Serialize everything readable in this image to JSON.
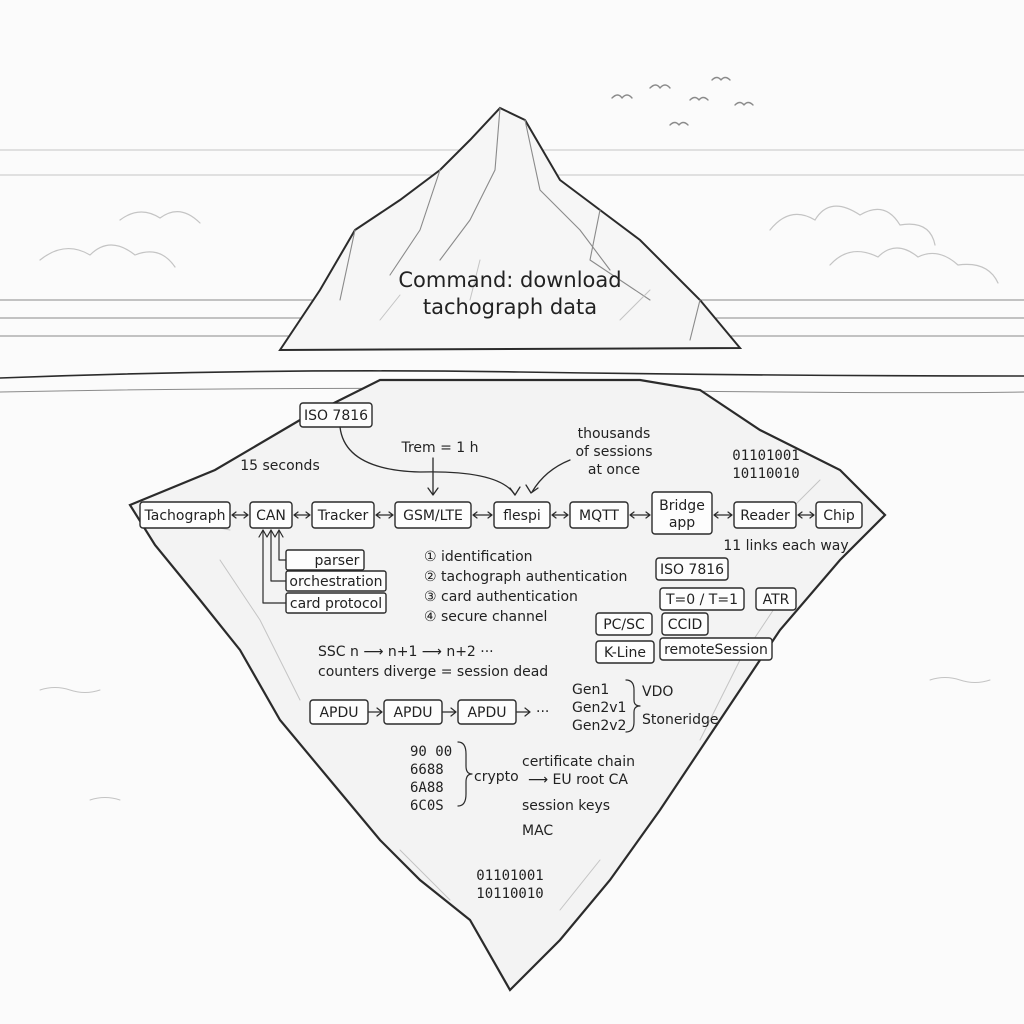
{
  "iceberg": {
    "tip_title": [
      "Command: download",
      "tachograph data"
    ]
  },
  "chain": {
    "nodes": [
      "Tachograph",
      "CAN",
      "Tracker",
      "GSM/LTE",
      "flespi",
      "MQTT",
      "Bridge app",
      "Reader",
      "Chip"
    ]
  },
  "annotations": {
    "iso_top": "ISO 7816",
    "trem": "Trem = 1 h",
    "fifteen": "15 seconds",
    "thousands": [
      "thousands",
      "of sessions",
      "at once"
    ],
    "binary_top": [
      "01101001",
      "10110010"
    ],
    "links": "11 links each way",
    "layers": [
      "parser",
      "orchestration",
      "card protocol"
    ],
    "steps": [
      "① identification",
      "② tachograph authentication",
      "③ card authentication",
      "④ secure channel"
    ],
    "proto_boxes": [
      "ISO 7816",
      "T=0 / T=1",
      "ATR",
      "PC/SC",
      "CCID",
      "K-Line",
      "remoteSession"
    ],
    "ssc_line": "SSC n ⟶ n+1 ⟶ n+2 ···",
    "ssc_note": "counters diverge = session dead",
    "apdu": [
      "APDU",
      "APDU",
      "APDU"
    ],
    "apdu_more": "···",
    "gens": [
      "Gen1",
      "Gen2v1",
      "Gen2v2"
    ],
    "vendors": [
      "VDO",
      "Stoneridge"
    ],
    "status_words": [
      "90 00",
      "6688",
      "6A88",
      "6C0S"
    ],
    "crypto": "crypto",
    "cert_chain": "certificate chain",
    "eu_root": "⟶ EU root CA",
    "session_keys": "session keys",
    "mac": "MAC",
    "binary_bottom": [
      "01101001",
      "10110010"
    ]
  }
}
